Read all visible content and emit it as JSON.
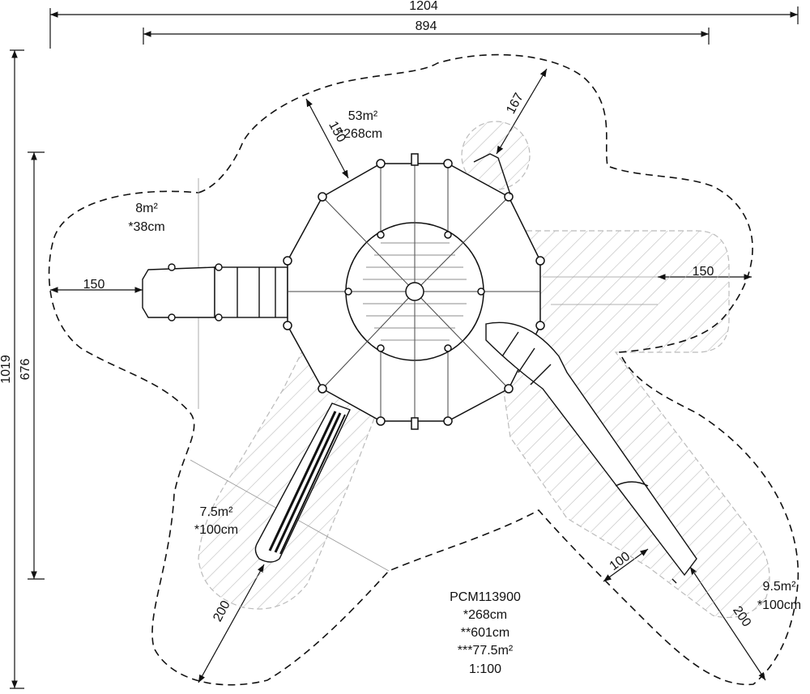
{
  "dimensions": {
    "overall_width": "1204",
    "structure_width": "894",
    "overall_height": "1019",
    "structure_height": "676",
    "left_clearance": "150",
    "right_clearance": "150",
    "top_clearance_angled": "167",
    "tower_clearance": "150",
    "slide_left_clearance": "200",
    "slide_right_clearance": "200",
    "slide_right_width": "100"
  },
  "zones": {
    "tower": {
      "area": "53m²",
      "fall_height": "*268cm"
    },
    "left": {
      "area": "8m²",
      "fall_height": "*38cm"
    },
    "slide_left": {
      "area": "7.5m²",
      "fall_height": "*100cm"
    },
    "slide_right": {
      "area": "9.5m²",
      "fall_height": "*100cm"
    }
  },
  "product": {
    "code": "PCM113900",
    "height": "*268cm",
    "length": "**601cm",
    "area": "***77.5m²",
    "scale": "1:100"
  },
  "colors": {
    "line": "#111111",
    "hatch": "#bbbbbb"
  }
}
